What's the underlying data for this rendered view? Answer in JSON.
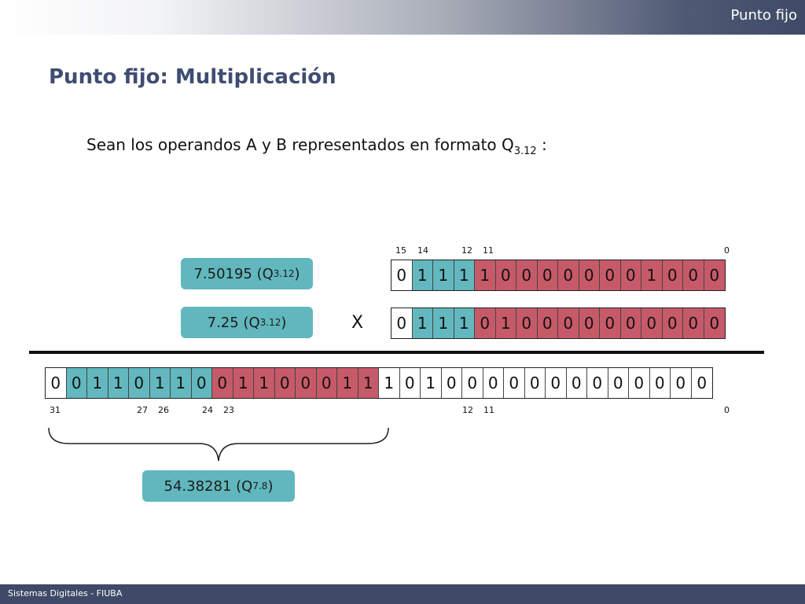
{
  "header": {
    "section": "Punto fijo"
  },
  "title": "Punto fijo: Multiplicación",
  "subtitle": {
    "text": "Sean los operandos A y B representados en formato Q",
    "sub": "3.12",
    "tail": " :"
  },
  "operand_a": {
    "label": "7.50195 (Q",
    "label_sub": "3.12",
    "label_close": ")",
    "bits": [
      [
        "0",
        "white"
      ],
      [
        "1",
        "teal"
      ],
      [
        "1",
        "teal"
      ],
      [
        "1",
        "teal"
      ],
      [
        "1",
        "red"
      ],
      [
        "0",
        "red"
      ],
      [
        "0",
        "red"
      ],
      [
        "0",
        "red"
      ],
      [
        "0",
        "red"
      ],
      [
        "0",
        "red"
      ],
      [
        "0",
        "red"
      ],
      [
        "0",
        "red"
      ],
      [
        "1",
        "red"
      ],
      [
        "0",
        "red"
      ],
      [
        "0",
        "red"
      ],
      [
        "0",
        "red"
      ]
    ],
    "indices": [
      "15",
      "14",
      "12",
      "11",
      "0"
    ]
  },
  "operand_b": {
    "label": "7.25 (Q",
    "label_sub": "3.12",
    "label_close": ")",
    "bits": [
      [
        "0",
        "white"
      ],
      [
        "1",
        "teal"
      ],
      [
        "1",
        "teal"
      ],
      [
        "1",
        "teal"
      ],
      [
        "0",
        "red"
      ],
      [
        "1",
        "red"
      ],
      [
        "0",
        "red"
      ],
      [
        "0",
        "red"
      ],
      [
        "0",
        "red"
      ],
      [
        "0",
        "red"
      ],
      [
        "0",
        "red"
      ],
      [
        "0",
        "red"
      ],
      [
        "0",
        "red"
      ],
      [
        "0",
        "red"
      ],
      [
        "0",
        "red"
      ],
      [
        "0",
        "red"
      ]
    ]
  },
  "operator": "X",
  "result": {
    "bits": [
      [
        "0",
        "white"
      ],
      [
        "0",
        "teal"
      ],
      [
        "1",
        "teal"
      ],
      [
        "1",
        "teal"
      ],
      [
        "0",
        "teal"
      ],
      [
        "1",
        "teal"
      ],
      [
        "1",
        "teal"
      ],
      [
        "0",
        "teal"
      ],
      [
        "0",
        "red"
      ],
      [
        "1",
        "red"
      ],
      [
        "1",
        "red"
      ],
      [
        "0",
        "red"
      ],
      [
        "0",
        "red"
      ],
      [
        "0",
        "red"
      ],
      [
        "1",
        "red"
      ],
      [
        "1",
        "red"
      ],
      [
        "1",
        "white"
      ],
      [
        "0",
        "white"
      ],
      [
        "1",
        "white"
      ],
      [
        "0",
        "white"
      ],
      [
        "0",
        "white"
      ],
      [
        "0",
        "white"
      ],
      [
        "0",
        "white"
      ],
      [
        "0",
        "white"
      ],
      [
        "0",
        "white"
      ],
      [
        "0",
        "white"
      ],
      [
        "0",
        "white"
      ],
      [
        "0",
        "white"
      ],
      [
        "0",
        "white"
      ],
      [
        "0",
        "white"
      ],
      [
        "0",
        "white"
      ],
      [
        "0",
        "white"
      ]
    ],
    "indices": [
      "31",
      "27",
      "26",
      "24",
      "23",
      "12",
      "11",
      "0"
    ],
    "label": "54.38281 (Q",
    "label_sub": "7.8",
    "label_close": ")"
  },
  "footer": "Sistemas Digitales - FIUBA",
  "colors": {
    "teal": "#62b8be",
    "red": "#c75a69",
    "title": "#3f4d72",
    "footer_bg": "#3f4a68"
  }
}
